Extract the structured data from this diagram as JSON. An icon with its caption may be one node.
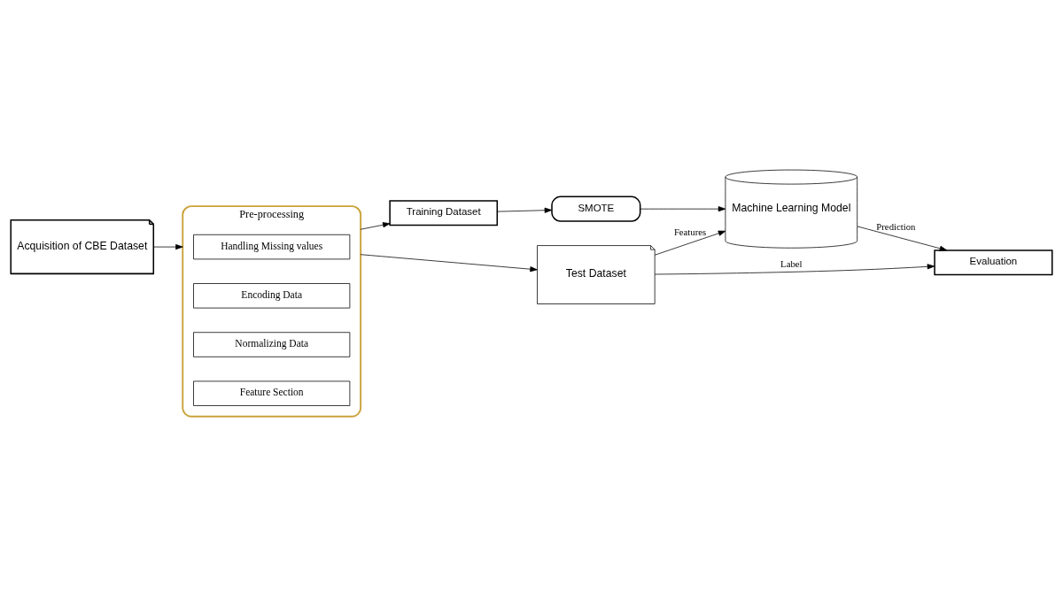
{
  "diagram": {
    "nodes": [
      {
        "text": [
          "Acquisition of CBE Dataset"
        ]
      },
      {
        "text": [
          "Pre-processing"
        ]
      },
      {
        "text": [
          "Handling Missing values"
        ],
        "in": 1
      },
      {
        "text": [
          "Encoding Data"
        ],
        "in": 1
      },
      {
        "text": [
          "Normalizing Data"
        ],
        "in": 1
      },
      {
        "text": [
          "Feature Section"
        ],
        "in": 1
      },
      {
        "text": [
          "Training Dataset"
        ]
      },
      {
        "text": [
          "SMOTE"
        ]
      },
      {
        "text": [
          "Test Dataset"
        ]
      },
      {
        "text": [
          "Machine Learning Model"
        ]
      },
      {
        "text": [
          "Evaluation"
        ]
      }
    ],
    "edges": [
      {
        "from": 0,
        "to": 1,
        "arrow": "to"
      },
      {
        "from": 1,
        "to": 6,
        "arrow": "to"
      },
      {
        "from": 6,
        "to": 7,
        "arrow": "to"
      },
      {
        "from": 7,
        "to": 9,
        "arrow": "to"
      },
      {
        "from": 1,
        "to": 8,
        "arrow": "to"
      },
      {
        "from": 8,
        "to": 9,
        "arrow": "to",
        "label": "Features"
      },
      {
        "from": 9,
        "to": 10,
        "arrow": "to",
        "label": "Prediction"
      },
      {
        "from": 8,
        "to": 10,
        "arrow": "to",
        "label": "Label"
      }
    ]
  }
}
